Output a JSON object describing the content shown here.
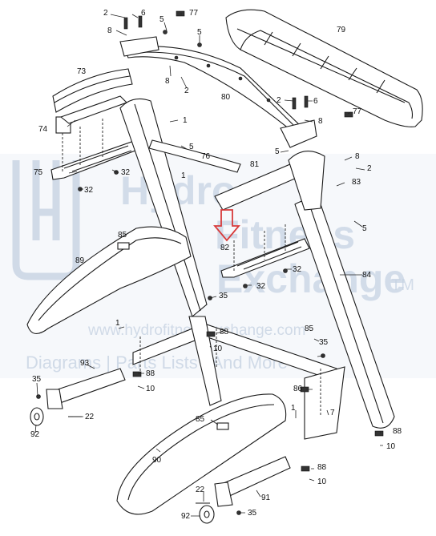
{
  "watermark": {
    "line1": "Hydro",
    "line2": "Fitness",
    "line3": "Exchange",
    "tm": "TM",
    "url": "www.hydrofitnessexchange.com",
    "tagline": "Diagrams | Parts Lists | And More"
  },
  "colors": {
    "arrow": "#d83a3a",
    "watermark": "#c7d3e3",
    "watermark_band": "#e9eef5",
    "line": "#1a1a1a"
  },
  "callouts": [
    {
      "id": "c2a",
      "text": "2"
    },
    {
      "id": "c6a",
      "text": "6"
    },
    {
      "id": "c8a",
      "text": "8"
    },
    {
      "id": "c5a",
      "text": "5"
    },
    {
      "id": "c77a",
      "text": "77"
    },
    {
      "id": "c5b",
      "text": "5"
    },
    {
      "id": "c79",
      "text": "79"
    },
    {
      "id": "c73",
      "text": "73"
    },
    {
      "id": "c8b",
      "text": "8"
    },
    {
      "id": "c2b",
      "text": "2"
    },
    {
      "id": "c80",
      "text": "80"
    },
    {
      "id": "c2c",
      "text": "2"
    },
    {
      "id": "c6b",
      "text": "6"
    },
    {
      "id": "c77b",
      "text": "77"
    },
    {
      "id": "c8c",
      "text": "8"
    },
    {
      "id": "c74",
      "text": "74"
    },
    {
      "id": "c1a",
      "text": "1"
    },
    {
      "id": "c5c",
      "text": "5"
    },
    {
      "id": "c5d",
      "text": "5"
    },
    {
      "id": "c81a",
      "text": "81"
    },
    {
      "id": "c76",
      "text": "76"
    },
    {
      "id": "c8d",
      "text": "8"
    },
    {
      "id": "c2d",
      "text": "2"
    },
    {
      "id": "c75",
      "text": "75"
    },
    {
      "id": "c32a",
      "text": "32"
    },
    {
      "id": "c32b",
      "text": "32"
    },
    {
      "id": "c1b",
      "text": "1"
    },
    {
      "id": "c83",
      "text": "83"
    },
    {
      "id": "c5e",
      "text": "5"
    },
    {
      "id": "c82",
      "text": "82"
    },
    {
      "id": "c85a",
      "text": "85"
    },
    {
      "id": "c89",
      "text": "89"
    },
    {
      "id": "c32c",
      "text": "32"
    },
    {
      "id": "c32d",
      "text": "32"
    },
    {
      "id": "c84",
      "text": "84"
    },
    {
      "id": "c35a",
      "text": "35"
    },
    {
      "id": "c1c",
      "text": "1"
    },
    {
      "id": "c88a",
      "text": "88"
    },
    {
      "id": "c10a",
      "text": "10"
    },
    {
      "id": "c85b",
      "text": "85"
    },
    {
      "id": "c35b",
      "text": "35"
    },
    {
      "id": "c93",
      "text": "93"
    },
    {
      "id": "c88b",
      "text": "88"
    },
    {
      "id": "c10b",
      "text": "10"
    },
    {
      "id": "c35c",
      "text": "35"
    },
    {
      "id": "c86",
      "text": "86"
    },
    {
      "id": "c1d",
      "text": "1"
    },
    {
      "id": "c7",
      "text": "7"
    },
    {
      "id": "c22a",
      "text": "22"
    },
    {
      "id": "c92a",
      "text": "92"
    },
    {
      "id": "c85c",
      "text": "85"
    },
    {
      "id": "c88c",
      "text": "88"
    },
    {
      "id": "c10c",
      "text": "10"
    },
    {
      "id": "c90",
      "text": "90"
    },
    {
      "id": "c88d",
      "text": "88"
    },
    {
      "id": "c10d",
      "text": "10"
    },
    {
      "id": "c91",
      "text": "91"
    },
    {
      "id": "c22b",
      "text": "22"
    },
    {
      "id": "c92b",
      "text": "92"
    },
    {
      "id": "c35d",
      "text": "35"
    }
  ]
}
